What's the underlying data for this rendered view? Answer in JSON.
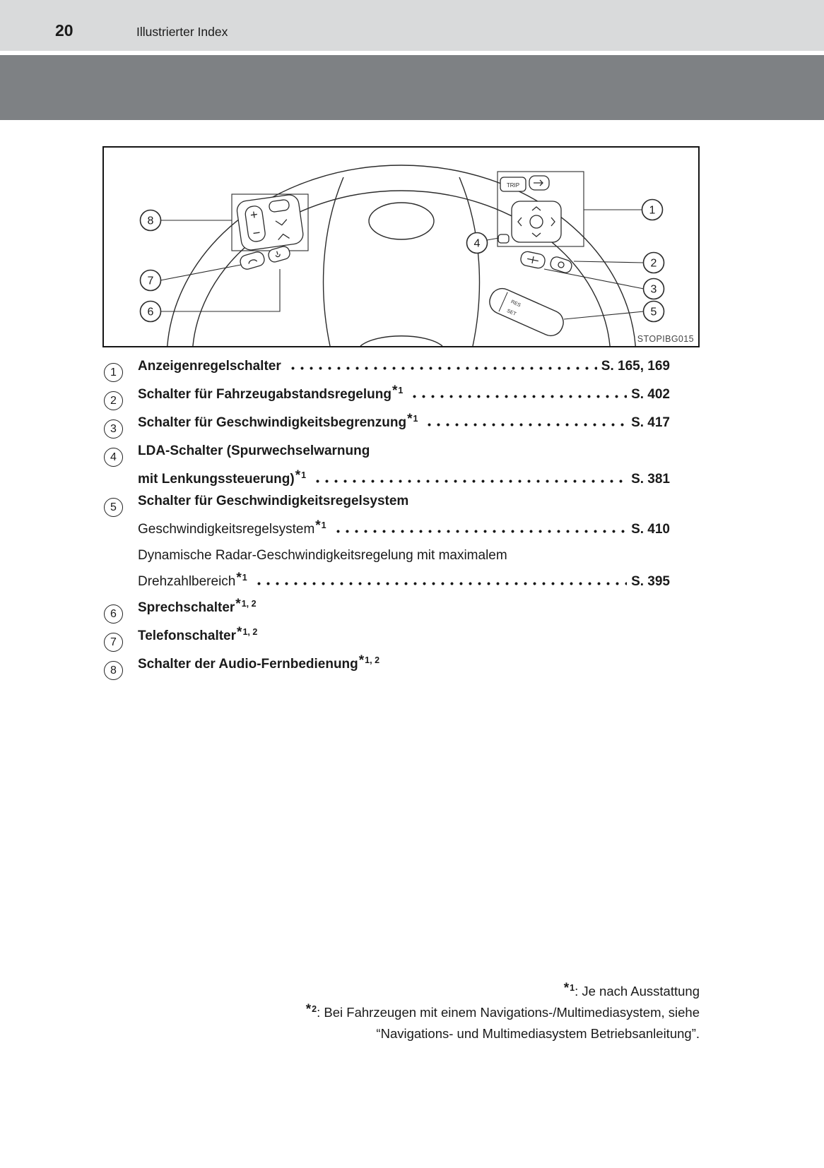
{
  "page": {
    "number": "20",
    "section_title": "Illustrierter Index"
  },
  "figure": {
    "code": "STOPIBG015",
    "callouts": [
      "1",
      "2",
      "3",
      "4",
      "5",
      "6",
      "7",
      "8"
    ],
    "labels": {
      "trip": "TRIP",
      "stalk_res": "RES",
      "stalk_set": "SET"
    }
  },
  "index": {
    "items": [
      {
        "num": "1",
        "rows": [
          {
            "segments": [
              {
                "t": "Anzeigenregelschalter",
                "b": true
              }
            ],
            "leader": true,
            "page": "S. 165, 169"
          }
        ]
      },
      {
        "num": "2",
        "rows": [
          {
            "segments": [
              {
                "t": "Schalter für Fahrzeugabstandsregelung",
                "b": true
              },
              {
                "sup": "*1",
                "b": true
              }
            ],
            "leader": true,
            "page": "S. 402"
          }
        ]
      },
      {
        "num": "3",
        "rows": [
          {
            "segments": [
              {
                "t": "Schalter für Geschwindigkeitsbegrenzung",
                "b": true
              },
              {
                "sup": "*1",
                "b": true
              }
            ],
            "leader": true,
            "page": "S. 417"
          }
        ]
      },
      {
        "num": "4",
        "rows": [
          {
            "segments": [
              {
                "t": "LDA-Schalter (Spurwechselwarnung",
                "b": true
              }
            ]
          },
          {
            "style": "cont",
            "segments": [
              {
                "t": "mit Lenkungssteuerung)",
                "b": true
              },
              {
                "sup": "*1",
                "b": true
              }
            ],
            "leader": true,
            "page": "S. 381"
          }
        ]
      },
      {
        "num": "5",
        "rows": [
          {
            "segments": [
              {
                "t": "Schalter für Geschwindigkeitsregelsystem",
                "b": true
              }
            ]
          },
          {
            "style": "sub",
            "segments": [
              {
                "t": "Geschwindigkeitsregelsystem",
                "b": false
              },
              {
                "sup": "*1",
                "b": false
              }
            ],
            "leader": true,
            "page": "S. 410"
          },
          {
            "style": "sub",
            "segments": [
              {
                "t": "Dynamische Radar-Geschwindigkeitsregelung mit maximalem",
                "b": false
              }
            ]
          },
          {
            "style": "sub",
            "segments": [
              {
                "t": "Drehzahlbereich",
                "b": false
              },
              {
                "sup": "*1",
                "b": false
              }
            ],
            "leader": true,
            "page": "S. 395"
          }
        ]
      },
      {
        "num": "6",
        "rows": [
          {
            "segments": [
              {
                "t": "Sprechschalter",
                "b": true
              },
              {
                "sup": "*1, 2",
                "b": true
              }
            ]
          }
        ]
      },
      {
        "num": "7",
        "rows": [
          {
            "segments": [
              {
                "t": "Telefonschalter",
                "b": true
              },
              {
                "sup": "*1, 2",
                "b": true
              }
            ]
          }
        ]
      },
      {
        "num": "8",
        "rows": [
          {
            "segments": [
              {
                "t": "Schalter der Audio-Fernbedienung",
                "b": true
              },
              {
                "sup": "*1, 2",
                "b": true
              }
            ]
          }
        ]
      }
    ]
  },
  "footnotes": {
    "lines": [
      {
        "marker": "*1",
        "text": ": Je nach Ausstattung"
      },
      {
        "marker": "*2",
        "text": ": Bei Fahrzeugen mit einem Navigations-/Multimediasystem, siehe"
      },
      {
        "marker": "",
        "text": "“Navigations- und Multimediasystem Betriebsanleitung”."
      }
    ]
  }
}
